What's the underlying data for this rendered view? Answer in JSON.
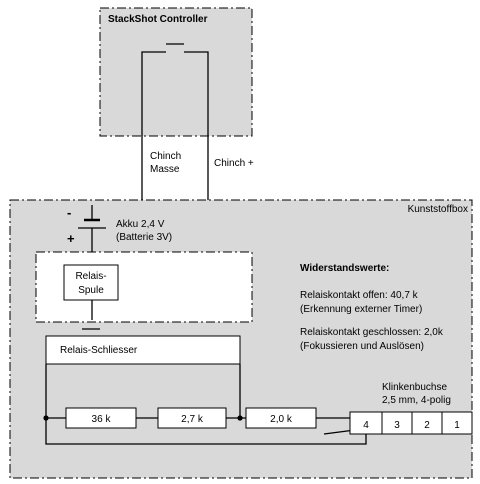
{
  "colors": {
    "enclosure_fill": "#d9d9d9",
    "line": "#000000",
    "box_fill": "#ffffff"
  },
  "controller": {
    "title": "StackShot Controller"
  },
  "wires": {
    "cinch_ground_line1": "Chinch",
    "cinch_ground_line2": "Masse",
    "cinch_plus": "Chinch +"
  },
  "enclosure": {
    "label": "Kunststoffbox"
  },
  "battery": {
    "minus": "-",
    "plus": "+",
    "label_line1": "Akku 2,4 V",
    "label_line2": "(Batterie 3V)"
  },
  "relay": {
    "coil_line1": "Relais-",
    "coil_line2": "Spule",
    "contact_label": "Relais-Schliesser"
  },
  "resistance_info": {
    "heading": "Widerstandswerte:",
    "open_line1": "Relaiskontakt offen: 40,7 k",
    "open_line2": "(Erkennung externer Timer)",
    "closed_line1": "Relaiskontakt geschlossen: 2,0k",
    "closed_line2": "(Fokussieren und Auslösen)"
  },
  "resistors": {
    "r1": "36 k",
    "r2": "2,7 k",
    "r3": "2,0 k"
  },
  "jack": {
    "label_line1": "Klinkenbuchse",
    "label_line2": "2,5 mm, 4-polig",
    "pins": [
      "4",
      "3",
      "2",
      "1"
    ]
  }
}
